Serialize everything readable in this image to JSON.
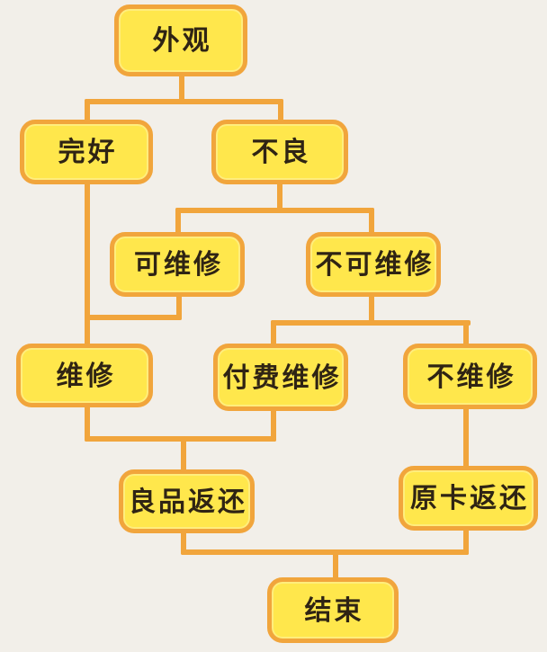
{
  "diagram": {
    "type": "flowchart",
    "nodes": [
      {
        "id": "appearance",
        "label": "外观"
      },
      {
        "id": "intact",
        "label": "完好"
      },
      {
        "id": "defective",
        "label": "不良"
      },
      {
        "id": "repairable",
        "label": "可维修"
      },
      {
        "id": "not-repairable",
        "label": "不可维修"
      },
      {
        "id": "repair",
        "label": "维修"
      },
      {
        "id": "paid-repair",
        "label": "付费维修"
      },
      {
        "id": "no-repair",
        "label": "不维修"
      },
      {
        "id": "good-return",
        "label": "良品返还"
      },
      {
        "id": "card-return",
        "label": "原卡返还"
      },
      {
        "id": "end",
        "label": "结束"
      }
    ],
    "edges": [
      {
        "from": "外观",
        "to": "完好"
      },
      {
        "from": "外观",
        "to": "不良"
      },
      {
        "from": "不良",
        "to": "可维修"
      },
      {
        "from": "不良",
        "to": "不可维修"
      },
      {
        "from": "完好",
        "to": "维修"
      },
      {
        "from": "可维修",
        "to": "维修"
      },
      {
        "from": "不可维修",
        "to": "付费维修"
      },
      {
        "from": "不可维修",
        "to": "不维修"
      },
      {
        "from": "维修",
        "to": "良品返还"
      },
      {
        "from": "付费维修",
        "to": "良品返还"
      },
      {
        "from": "不维修",
        "to": "原卡返还"
      },
      {
        "from": "良品返还",
        "to": "结束"
      },
      {
        "from": "原卡返还",
        "to": "结束"
      }
    ],
    "colors": {
      "background": "#f2efe9",
      "node_fill": "#ffe74c",
      "node_border": "#f1a53c",
      "connector": "#f1a53c",
      "text": "#2f2414"
    }
  }
}
